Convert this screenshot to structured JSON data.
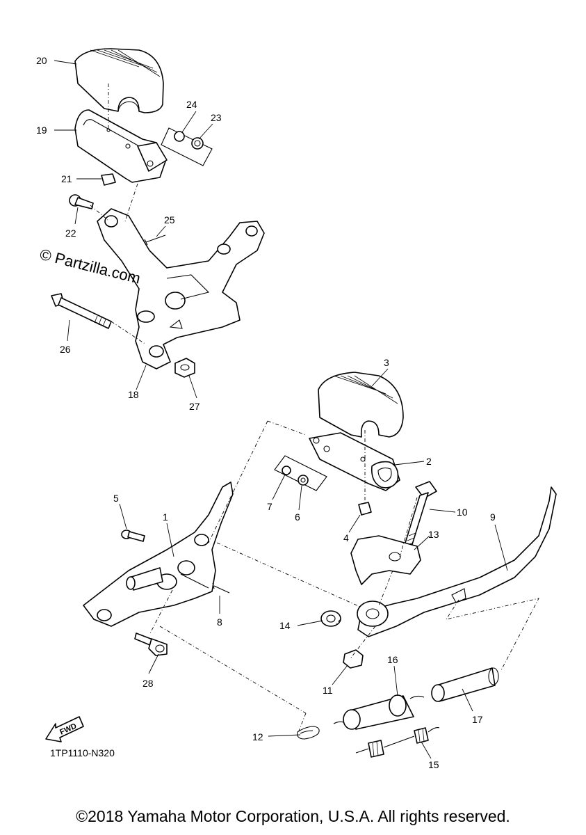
{
  "watermark": "© Partzilla.com",
  "diagram_code": "1TP1110-N320",
  "fwd_label": "FWD",
  "copyright": "©2018 Yamaha Motor Corporation, U.S.A. All rights reserved.",
  "callouts": [
    "1",
    "2",
    "3",
    "4",
    "5",
    "6",
    "7",
    "8",
    "9",
    "10",
    "11",
    "12",
    "13",
    "14",
    "15",
    "16",
    "17",
    "18",
    "19",
    "20",
    "21",
    "22",
    "23",
    "24",
    "25",
    "26",
    "27",
    "28"
  ]
}
